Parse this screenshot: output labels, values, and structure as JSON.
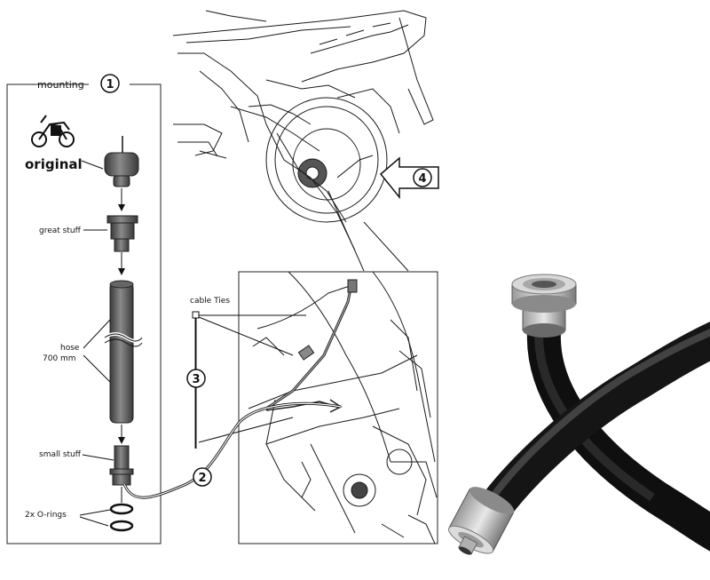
{
  "labels": {
    "mounting": "mounting",
    "original": "original",
    "great_stuff": "great stuff",
    "hose_1": "hose",
    "hose_2": "700 mm",
    "small_stuff": "small stuff",
    "o_rings": "2x O-rings",
    "cable_ties": "cable Ties"
  },
  "steps": [
    "1",
    "2",
    "3",
    "4"
  ]
}
